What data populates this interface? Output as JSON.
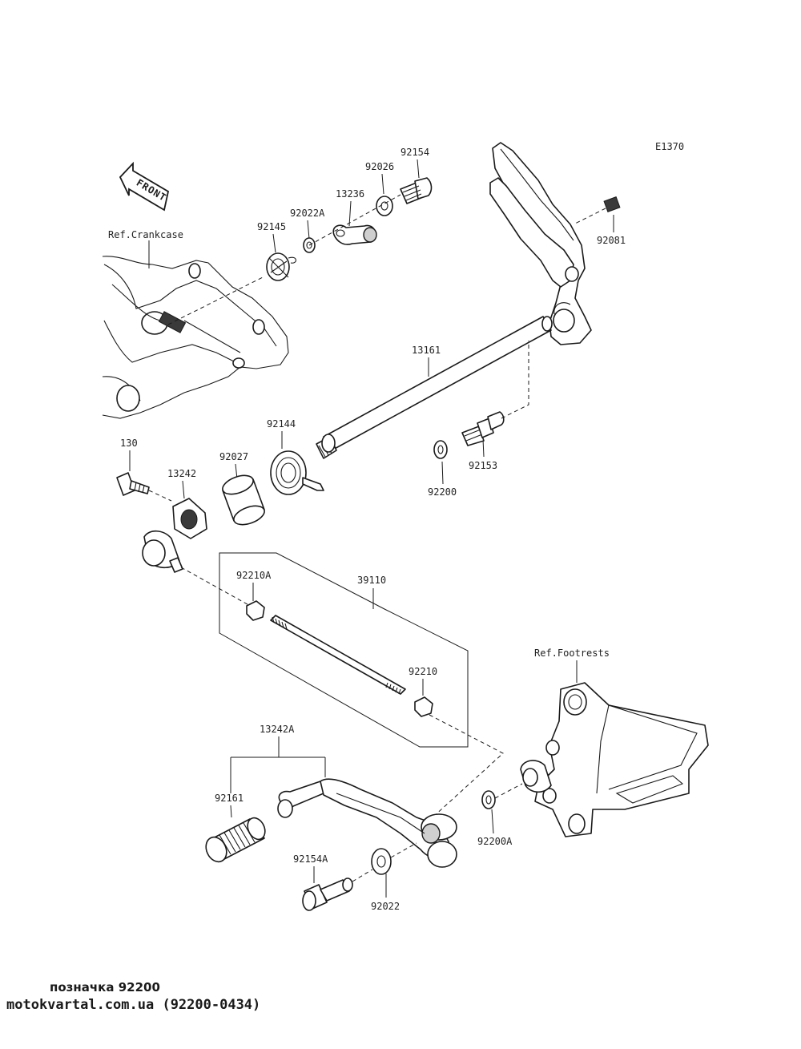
{
  "diagram": {
    "code": "E1370",
    "front_label": "FRONT",
    "refs": {
      "crankcase": "Ref.Crankcase",
      "footrests": "Ref.Footrests"
    },
    "parts": {
      "p92154": "92154",
      "p92026": "92026",
      "p13236": "13236",
      "p92022A": "92022A",
      "p92145": "92145",
      "p92081": "92081",
      "p13161": "13161",
      "p92144": "92144",
      "p92027": "92027",
      "p130": "130",
      "p13242": "13242",
      "p92153": "92153",
      "p92200": "92200",
      "p92210A": "92210A",
      "p39110": "39110",
      "p92210": "92210",
      "p13242A": "13242A",
      "p92161": "92161",
      "p92154A": "92154A",
      "p92022": "92022",
      "p92200A": "92200A"
    }
  },
  "footer": {
    "caption": "позначка 92200",
    "watermark": "motokvartal.com.ua (92200-0434)"
  }
}
